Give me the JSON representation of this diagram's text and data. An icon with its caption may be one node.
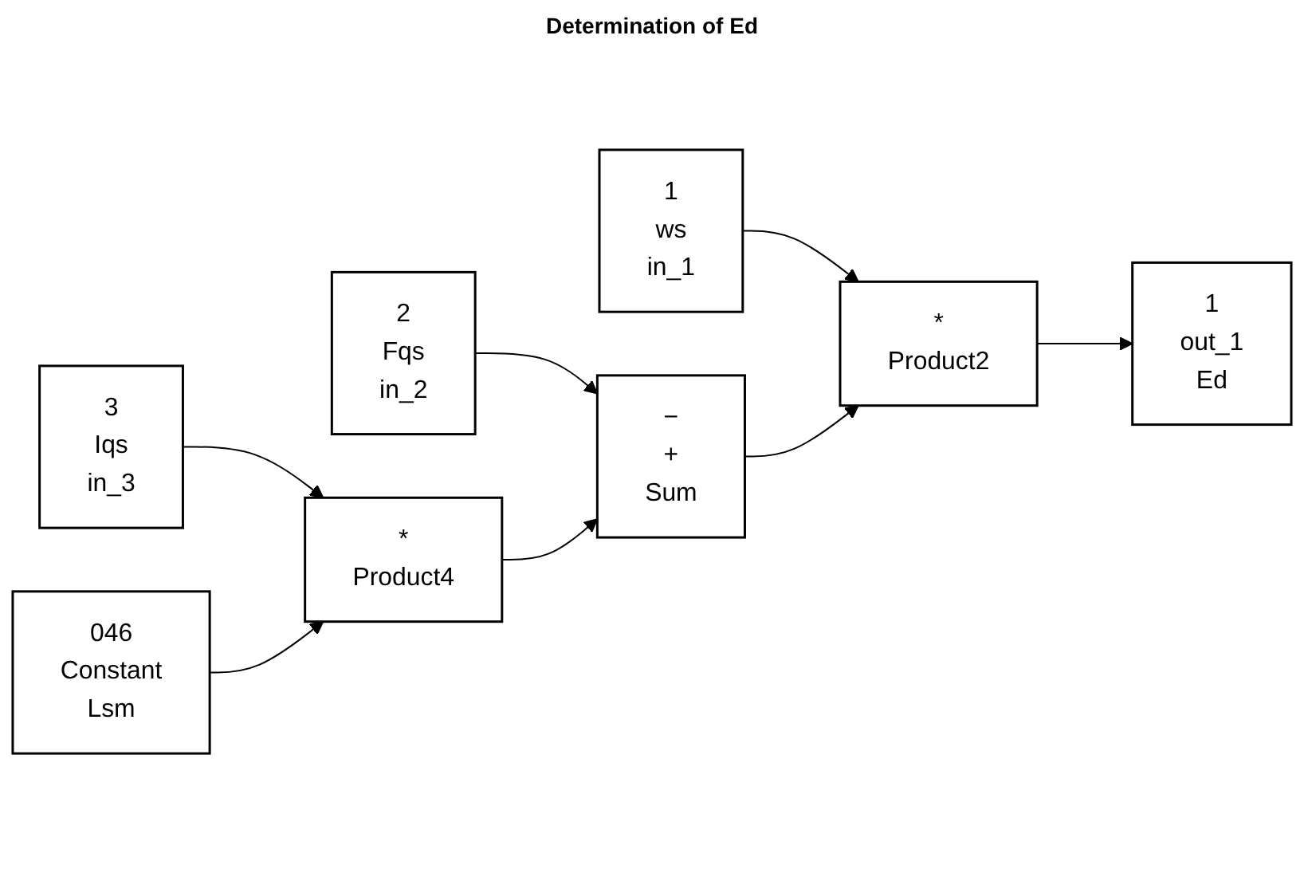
{
  "diagram": {
    "title": "Determination of Ed",
    "nodes": [
      {
        "text": [
          "1",
          "ws",
          "in_1"
        ]
      },
      {
        "text": [
          "2",
          "Fqs",
          "in_2"
        ]
      },
      {
        "text": [
          "3",
          "Iqs",
          "in_3"
        ]
      },
      {
        "text": [
          "046",
          "Constant",
          "Lsm"
        ]
      },
      {
        "text": [
          "*",
          "Product4"
        ]
      },
      {
        "text": [
          "−",
          "+",
          "Sum"
        ]
      },
      {
        "text": [
          "*",
          "Product2"
        ]
      },
      {
        "text": [
          "1",
          "out_1",
          "Ed"
        ]
      }
    ],
    "edges": [
      {
        "from": 0,
        "to": 6,
        "arrow": "to"
      },
      {
        "from": 1,
        "to": 5,
        "arrow": "to"
      },
      {
        "from": 2,
        "to": 4,
        "arrow": "to"
      },
      {
        "from": 3,
        "to": 4,
        "arrow": "to"
      },
      {
        "from": 4,
        "to": 5,
        "arrow": "to"
      },
      {
        "from": 5,
        "to": 6,
        "arrow": "to"
      },
      {
        "from": 6,
        "to": 7,
        "arrow": "to"
      }
    ]
  }
}
